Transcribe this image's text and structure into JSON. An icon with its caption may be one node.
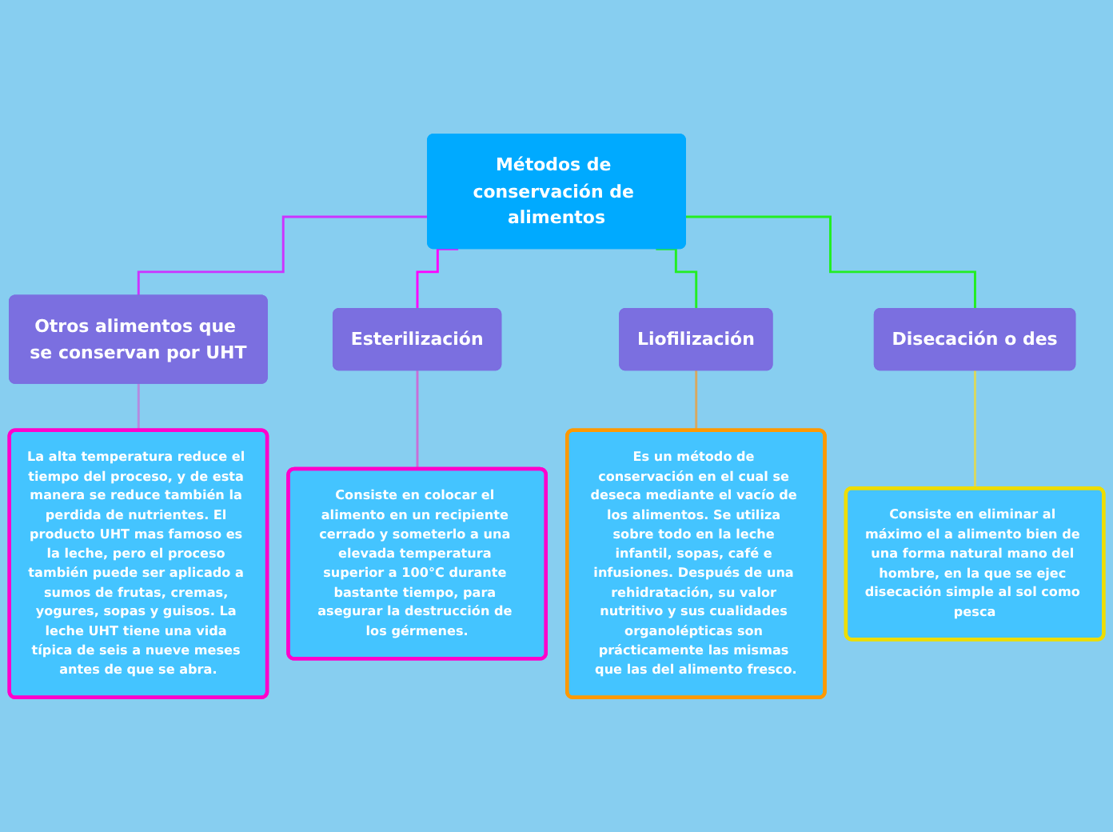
{
  "diagram": {
    "nodes": [
      {
        "text": [
          "Métodos de conservación de alimentos"
        ]
      },
      {
        "text": [
          "Otros alimentos que se conservan por UHT"
        ]
      },
      {
        "text": [
          "La alta temperatura reduce el tiempo del proceso, y de esta manera se reduce también la perdida de nutrientes. El producto UHT mas famoso es la leche, pero el proceso también puede ser aplicado a sumos de frutas, cremas, yogures, sopas y guisos. La leche UHT tiene una vida típica de seis a nueve meses antes de que se abra."
        ]
      },
      {
        "text": [
          "Esterilización"
        ]
      },
      {
        "text": [
          "Consiste en colocar el alimento en un recipiente cerrado y someterlo a una elevada temperatura superior a 100°C durante bastante tiempo, para asegurar la destrucción de los gérmenes."
        ]
      },
      {
        "text": [
          "Liofilización"
        ]
      },
      {
        "text": [
          "Es un método de conservación en el cual se deseca mediante el vacío de los alimentos. Se utiliza sobre todo en la leche infantil, sopas, café e infusiones. Después de una rehidratación, su valor nutritivo y sus cualidades organolépticas son prácticamente las mismas que las del alimento fresco."
        ]
      },
      {
        "text": [
          "Disecación o des"
        ]
      },
      {
        "text": [
          "Consiste en eliminar al máximo el a alimento bien de una forma natural mano del hombre, en la que se ejec disecación simple al sol como pesca"
        ]
      }
    ],
    "edges": [
      {
        "from": 0,
        "to": 1,
        "arrow": "none",
        "color": "#cc33ff"
      },
      {
        "from": 1,
        "to": 2,
        "arrow": "none",
        "color": "#b48ae0"
      },
      {
        "from": 0,
        "to": 3,
        "arrow": "none",
        "color": "#ff00ff"
      },
      {
        "from": 3,
        "to": 4,
        "arrow": "none",
        "color": "#c86ed8"
      },
      {
        "from": 0,
        "to": 5,
        "arrow": "none",
        "color": "#22ee22"
      },
      {
        "from": 5,
        "to": 6,
        "arrow": "none",
        "color": "#d8a860"
      },
      {
        "from": 0,
        "to": 7,
        "arrow": "none",
        "color": "#22ee22"
      },
      {
        "from": 7,
        "to": 8,
        "arrow": "none",
        "color": "#d8d860"
      }
    ]
  }
}
